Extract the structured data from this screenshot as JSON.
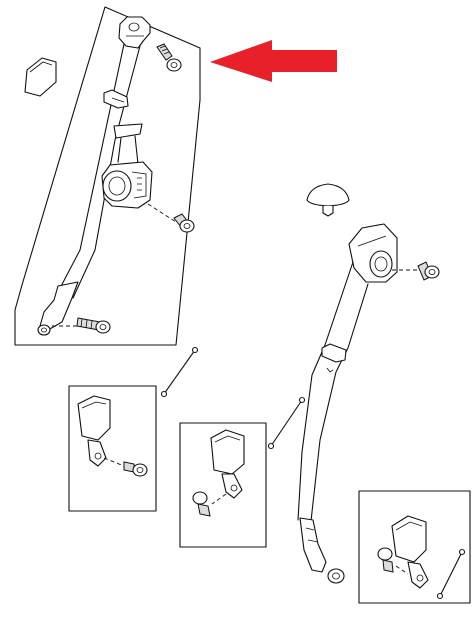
{
  "colors": {
    "line": "#111111",
    "fill": "#ffffff",
    "shade": "#dcdcdc",
    "indicator_arrow": "#e8202a"
  },
  "icons": {
    "indicator": "red-arrow-left-icon",
    "bolt": "bolt-icon",
    "cap": "trim-cap-icon",
    "cover": "cover-plate-icon",
    "buckle": "buckle-icon",
    "anchor": "anchor-plate-icon",
    "retractor": "retractor-reel-icon",
    "cable": "cable-link-icon"
  },
  "parts": [
    "front-seat-belt-assembly",
    "mounting-bolt",
    "rear-seat-belt-assembly",
    "trim-cap",
    "cover-plate",
    "buckle-assembly-left",
    "buckle-assembly-centre",
    "buckle-assembly-right",
    "cable-link"
  ]
}
